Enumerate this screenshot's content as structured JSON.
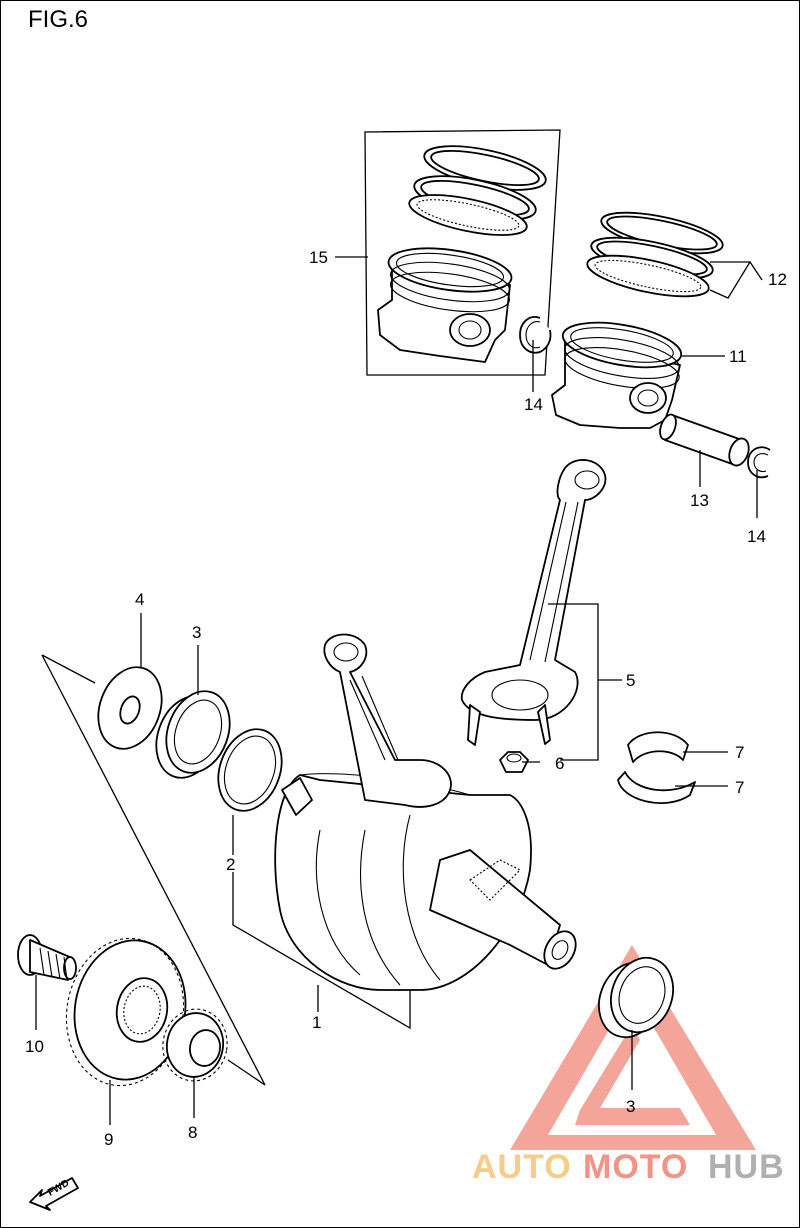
{
  "figure": {
    "title": "FIG.6"
  },
  "callouts": [
    {
      "id": "c1",
      "number": "1"
    },
    {
      "id": "c2",
      "number": "2"
    },
    {
      "id": "c3a",
      "number": "3"
    },
    {
      "id": "c3b",
      "number": "3"
    },
    {
      "id": "c4",
      "number": "4"
    },
    {
      "id": "c5",
      "number": "5"
    },
    {
      "id": "c6",
      "number": "6"
    },
    {
      "id": "c7a",
      "number": "7"
    },
    {
      "id": "c7b",
      "number": "7"
    },
    {
      "id": "c8",
      "number": "8"
    },
    {
      "id": "c9",
      "number": "9"
    },
    {
      "id": "c10",
      "number": "10"
    },
    {
      "id": "c11",
      "number": "11"
    },
    {
      "id": "c12",
      "number": "12"
    },
    {
      "id": "c13",
      "number": "13"
    },
    {
      "id": "c14a",
      "number": "14"
    },
    {
      "id": "c14b",
      "number": "14"
    },
    {
      "id": "c15",
      "number": "15"
    }
  ],
  "fwd_arrow": {
    "label": "FWD"
  },
  "watermark": {
    "part1": "AUTO",
    "part2": "MOTO",
    "part3": "HUB",
    "colors": {
      "auto": "#f6c879",
      "moto": "#f08878",
      "hub": "#a8a8a8",
      "triangle": "#f07070"
    }
  }
}
